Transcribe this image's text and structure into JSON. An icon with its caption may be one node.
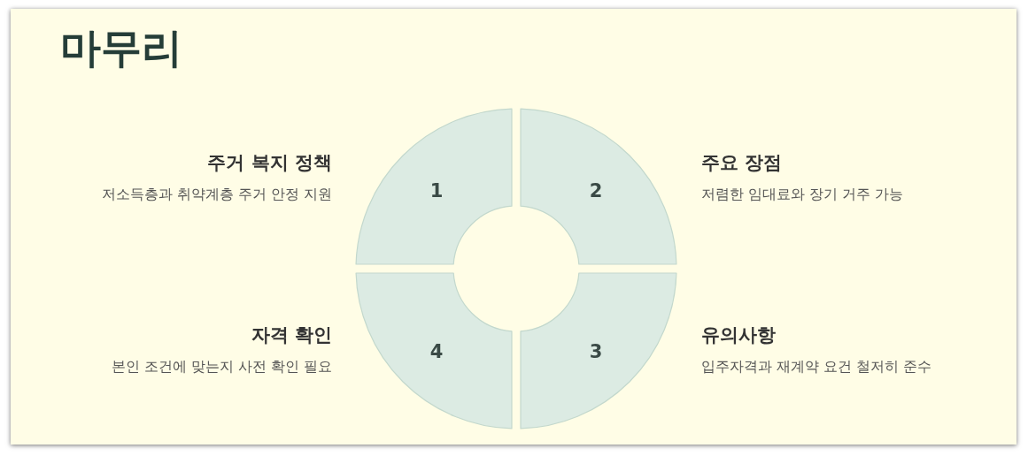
{
  "diagram": {
    "title": "마무리",
    "nodes": [
      {
        "text": [
          "1"
        ],
        "beside": [
          "주거 복지 정책",
          "저소득층과 취약계층 주거 안정 지원"
        ]
      },
      {
        "text": [
          "2"
        ],
        "beside": [
          "주요 장점",
          "저렴한 임대료와 장기 거주 가능"
        ]
      },
      {
        "text": [
          "3"
        ],
        "beside": [
          "유의사항",
          "입주자격과 재계약 요건 철저히 준수"
        ]
      },
      {
        "text": [
          "4"
        ],
        "beside": [
          "자격 확인",
          "본인 조건에 맞는지 사전 확인 필요"
        ]
      }
    ],
    "edges": []
  }
}
